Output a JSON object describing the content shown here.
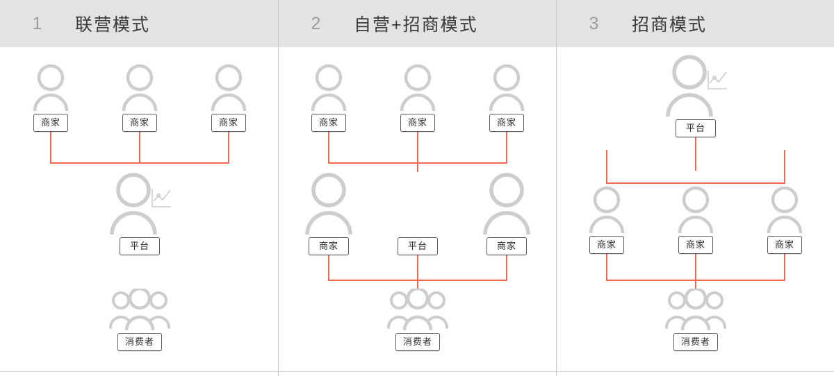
{
  "theme": {
    "header_bg": "#e3e3e3",
    "index_color": "#9d9d9d",
    "title_color": "#3b3b3b",
    "icon_gray": "#cdcdcd",
    "connector_orange": "#f4684f",
    "box_border": "#5a5a5a",
    "divider": "#c9c9c9",
    "page_bg": "#ffffff"
  },
  "panels": [
    {
      "index": "1",
      "title": "联营模式",
      "icons": {
        "merchant": "person-icon",
        "platform": "person-with-chart-icon",
        "consumer": "people-group-icon"
      },
      "rows": {
        "top": {
          "labels": [
            "商家",
            "商家",
            "商家"
          ]
        },
        "middle": {
          "labels": [
            "平台"
          ]
        },
        "bottom": {
          "labels": [
            "消费者"
          ]
        }
      }
    },
    {
      "index": "2",
      "title": "自营+招商模式",
      "icons": {
        "merchant": "person-icon",
        "platform": "person-with-chart-icon",
        "consumer": "people-group-icon"
      },
      "rows": {
        "top": {
          "labels": [
            "商家",
            "商家",
            "商家"
          ]
        },
        "middle": {
          "labels": [
            "商家",
            "平台",
            "商家"
          ]
        },
        "bottom": {
          "labels": [
            "消费者"
          ]
        }
      }
    },
    {
      "index": "3",
      "title": "招商模式",
      "icons": {
        "merchant": "person-icon",
        "platform": "person-with-chart-icon",
        "consumer": "people-group-icon"
      },
      "rows": {
        "top": {
          "labels": [
            "平台"
          ]
        },
        "middle": {
          "labels": [
            "商家",
            "商家",
            "商家"
          ]
        },
        "bottom": {
          "labels": [
            "消费者"
          ]
        }
      }
    }
  ]
}
